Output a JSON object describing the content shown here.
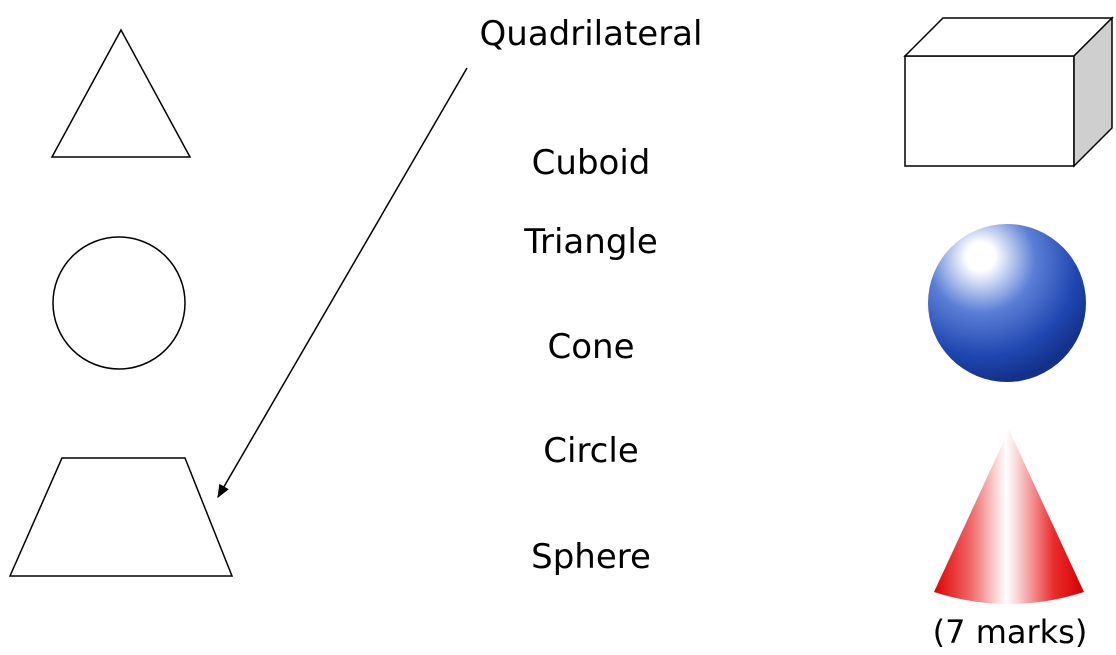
{
  "labels": [
    "Quadrilateral",
    "Cuboid",
    "Triangle",
    "Cone",
    "Circle",
    "Sphere"
  ],
  "marks_note": "(7 marks)",
  "shapes_left": [
    "triangle",
    "circle",
    "trapezium"
  ],
  "shapes_right": [
    "cuboid",
    "sphere",
    "cone"
  ],
  "colors": {
    "line": "#000000",
    "cuboid_side": "#cfcfcf",
    "sphere": "#1f4fa8",
    "sphere_highlight": "#ffffff",
    "cone": "#e00000"
  }
}
